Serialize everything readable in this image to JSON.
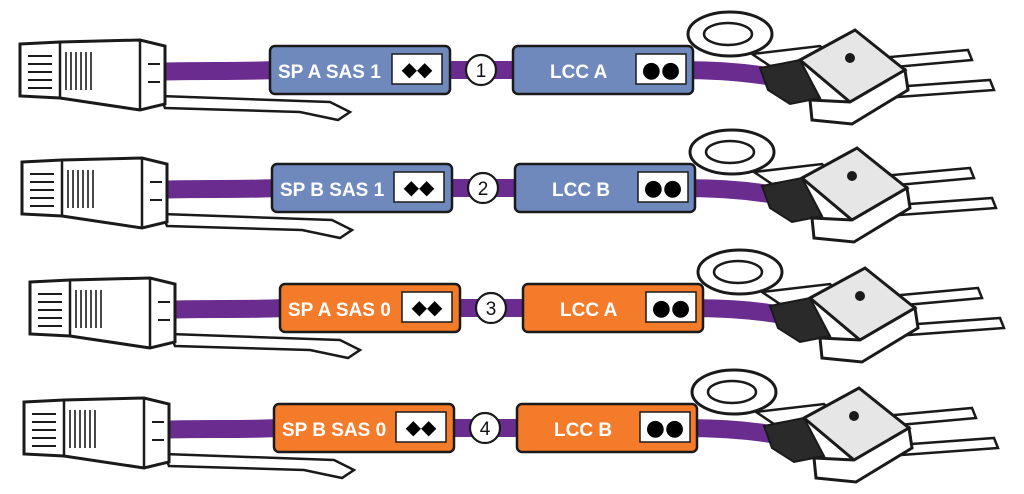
{
  "colors": {
    "blue_tag": "#7089bd",
    "orange_tag": "#f47b2a",
    "cable": "#6b2c8f",
    "outline": "#1a1a1a",
    "connector_fill": "#ffffff",
    "connector_shade": "#e6e6e6"
  },
  "cables": [
    {
      "number": "1",
      "left_tag": {
        "label": "SP A  SAS 1",
        "symbol": "◆◆",
        "color": "blue"
      },
      "right_tag": {
        "label": "LCC A",
        "symbol": "●●",
        "color": "blue"
      }
    },
    {
      "number": "2",
      "left_tag": {
        "label": "SP B  SAS 1",
        "symbol": "◆◆",
        "color": "blue"
      },
      "right_tag": {
        "label": "LCC B",
        "symbol": "●●",
        "color": "blue"
      }
    },
    {
      "number": "3",
      "left_tag": {
        "label": "SP A  SAS 0",
        "symbol": "◆◆",
        "color": "orange"
      },
      "right_tag": {
        "label": "LCC A",
        "symbol": "●●",
        "color": "orange"
      }
    },
    {
      "number": "4",
      "left_tag": {
        "label": "SP B  SAS 0",
        "symbol": "◆◆",
        "color": "orange"
      },
      "right_tag": {
        "label": "LCC B",
        "symbol": "●●",
        "color": "orange"
      }
    }
  ]
}
